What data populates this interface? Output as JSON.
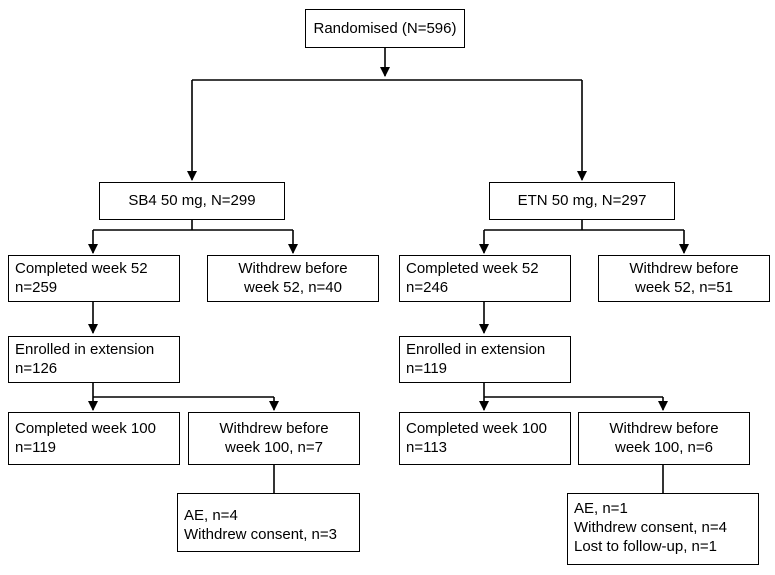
{
  "randomised": "Randomised (N=596)",
  "arms": {
    "sb4": {
      "header": "SB4 50 mg, N=299",
      "completed52": [
        "Completed week 52",
        "n=259"
      ],
      "withdrew52": [
        "Withdrew before",
        "week 52, n=40"
      ],
      "enrolled": [
        "Enrolled in extension",
        "n=126"
      ],
      "completed100": [
        "Completed week 100",
        "n=119"
      ],
      "withdrew100": [
        "Withdrew before",
        "week 100, n=7"
      ],
      "reasons": [
        "AE, n=4",
        "Withdrew consent, n=3"
      ]
    },
    "etn": {
      "header": "ETN 50 mg, N=297",
      "completed52": [
        "Completed week 52",
        "n=246"
      ],
      "withdrew52": [
        "Withdrew before",
        "week 52, n=51"
      ],
      "enrolled": [
        "Enrolled in extension",
        "n=119"
      ],
      "completed100": [
        "Completed week 100",
        "n=113"
      ],
      "withdrew100": [
        "Withdrew before",
        "week 100, n=6"
      ],
      "reasons": [
        "AE, n=1",
        "Withdrew consent, n=4",
        "Lost to follow-up, n=1"
      ]
    }
  },
  "colors": {
    "line": "#000000",
    "box_border": "#000000",
    "background": "#ffffff"
  }
}
